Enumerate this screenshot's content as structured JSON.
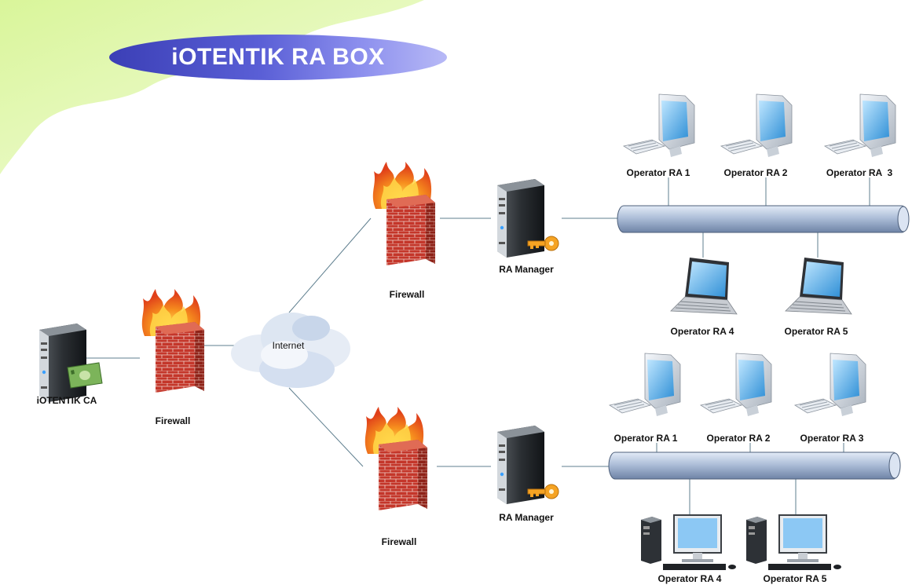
{
  "title": "iOTENTIK RA BOX",
  "nodes": {
    "ca": "iOTENTIK CA",
    "firewall_main": "Firewall",
    "internet": "Internet",
    "firewall_top": "Firewall",
    "firewall_bottom": "Firewall",
    "ra_manager_top": "RA Manager",
    "ra_manager_bottom": "RA Manager"
  },
  "operators_top": [
    "Operator RA 1",
    "Operator RA 2",
    "Operator RA  3",
    "Operator RA 4",
    "Operator RA 5"
  ],
  "operators_bottom": [
    "Operator RA 1",
    "Operator RA 2",
    "Operator RA 3",
    "Operator RA 4",
    "Operator RA 5"
  ],
  "colors": {
    "title_pill": "#4a4fc8",
    "background_wave": "#e6f8b0",
    "link_line": "#5a7a8a",
    "bus": "#b0c4de",
    "brick": "#c0392b",
    "flame": "#f07a20"
  }
}
